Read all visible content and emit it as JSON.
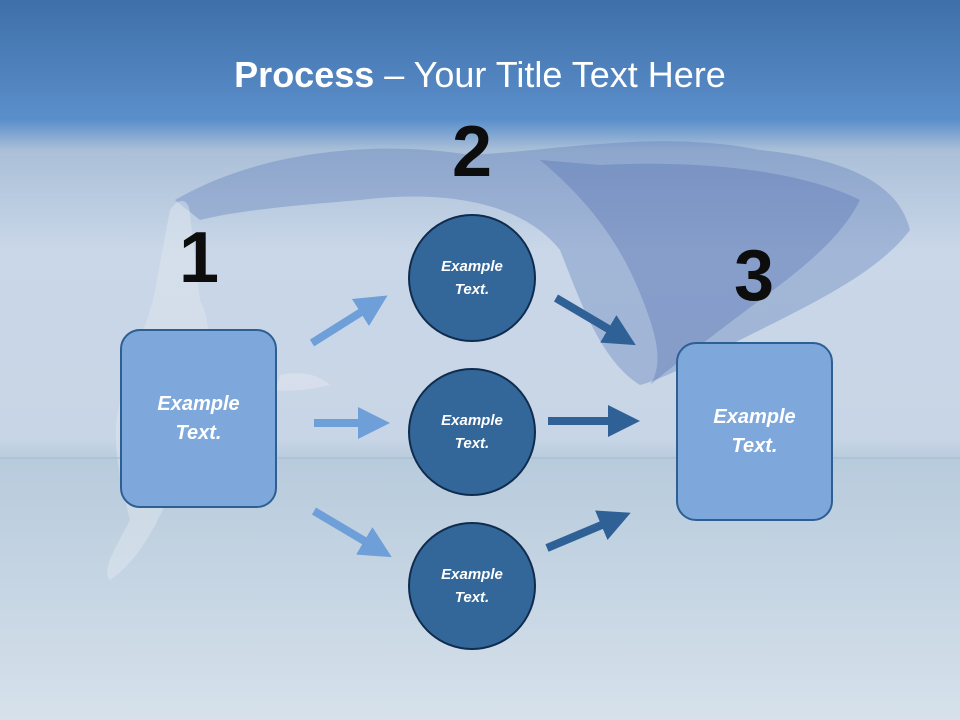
{
  "title": {
    "bold": "Process",
    "rest": " – Your Title Text Here"
  },
  "steps": {
    "one": {
      "number": "1",
      "text": "Example Text."
    },
    "two": {
      "number": "2",
      "circles": [
        {
          "text": "Example Text."
        },
        {
          "text": "Example Text."
        },
        {
          "text": "Example Text."
        }
      ]
    },
    "three": {
      "number": "3",
      "text": "Example Text."
    }
  },
  "colors": {
    "box_fill": "#7ea8dc",
    "circle_fill": "#336699",
    "light_arrow": "#6f9fd8",
    "dark_arrow": "#2f6197",
    "title_band": "#5b8fcb"
  }
}
